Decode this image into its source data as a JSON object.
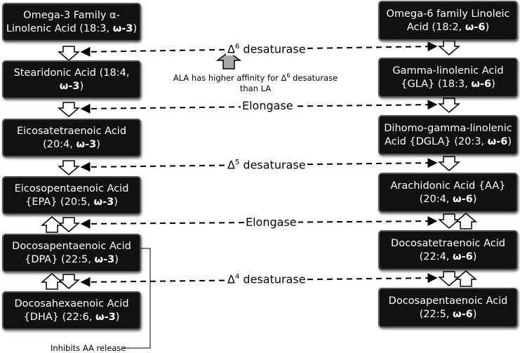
{
  "left_column": [
    {
      "line1": "Omega-3 Family α-",
      "line2_pre": "Linolenic Acid (18:3, ",
      "line2_bold": "ω-3",
      "line2_post": ")"
    },
    {
      "line1": "Stearidonic Acid (18:4,",
      "line2_pre": "",
      "line2_bold": "ω-3",
      "line2_post": ")"
    },
    {
      "line1": "Eicosatetraenoic Acid",
      "line2_pre": "(20:4, ",
      "line2_bold": "ω-3",
      "line2_post": ")"
    },
    {
      "line1": "Eicosopentaenoic Acid",
      "line2_pre": "{EPA} (20:5, ",
      "line2_bold": "ω-3",
      "line2_post": ")"
    },
    {
      "line1": "Docosapentaenoic Acid",
      "line2_pre": "{DPA} (22:5, ",
      "line2_bold": "ω-3",
      "line2_post": ")"
    },
    {
      "line1": "Docosahexaenoic Acid",
      "line2_pre": "{DHA} (22:6, ",
      "line2_bold": "ω-3",
      "line2_post": ")"
    }
  ],
  "right_column": [
    {
      "line1": "Omega-6 family Linoleic",
      "line2_pre": "Acid (18:2, ",
      "line2_bold": "ω-6",
      "line2_post": ")"
    },
    {
      "line1": "Gamma-linolenic Acid",
      "line2_pre": "{GLA} (18:3, ",
      "line2_bold": "ω-6",
      "line2_post": ")"
    },
    {
      "line1": "Dihomo-gamma-linolenic",
      "line2_pre": "Acid {DGLA} (20:3, ",
      "line2_bold": "ω-6",
      "line2_post": ")"
    },
    {
      "line1": "Arachidonic Acid {AA}",
      "line2_pre": "(20:4, ",
      "line2_bold": "ω-6",
      "line2_post": ")"
    },
    {
      "line1": "Docosatetraenoic Acid",
      "line2_pre": "(22:4, ",
      "line2_bold": "ω-6",
      "line2_post": ")"
    },
    {
      "line1": "Docosapentaenoic Acid",
      "line2_pre": "(22:5, ",
      "line2_bold": "ω-6",
      "line2_post": ")"
    }
  ],
  "enzymes": {
    "d6": {
      "delta": "Δ",
      "sup": "6",
      "text": " desaturase"
    },
    "elongase1": {
      "text": "Elongase"
    },
    "d5": {
      "delta": "Δ",
      "sup": "5",
      "text": " desaturase"
    },
    "elongase2": {
      "text": "Elongase"
    },
    "d4": {
      "delta": "Δ",
      "sup": "4",
      "text": " desaturase"
    }
  },
  "affinity_note": {
    "line1_pre": "ALA has higher affinity  for Δ",
    "line1_sup": "6",
    "line1_post": " desaturase",
    "line2": "than LA"
  },
  "inhibits_note": "Inhibits AA release",
  "colors": {
    "box_bg": "#111111",
    "box_border": "#555555",
    "arrow_fill": "#ffffff",
    "affinity_arrow_fill": "#a8a8a8"
  }
}
